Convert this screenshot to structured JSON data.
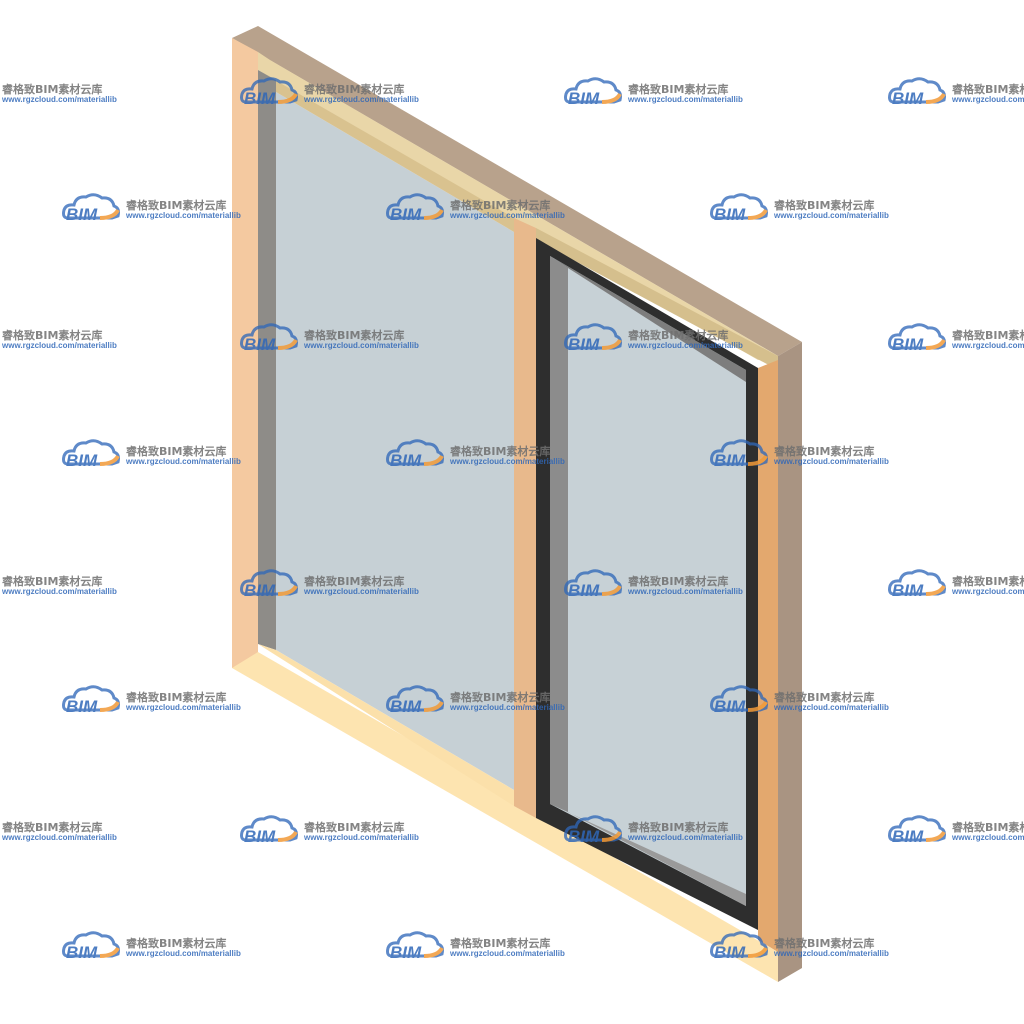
{
  "scene": {
    "object": "sliding-window-3d-model",
    "colors": {
      "outer_frame_light": "#f7d7b0",
      "outer_frame_top": "#b5a08a",
      "outer_frame_side": "#a89384",
      "frame_bottom": "#fde7b5",
      "glass": "#c9d3d8",
      "inner_frame_gray": "#8f8f8f",
      "sash_dark": "#2b2b2b",
      "sill_orange": "#e7a76f"
    }
  },
  "watermark": {
    "logo_text": "BIM",
    "brand_name": "睿格致BIM素材云库",
    "url": "www.rgzcloud.com/materiallib",
    "logo_color": "#2f67b8",
    "accent_color": "#f19a38",
    "icon": "cloud-logo-icon"
  }
}
